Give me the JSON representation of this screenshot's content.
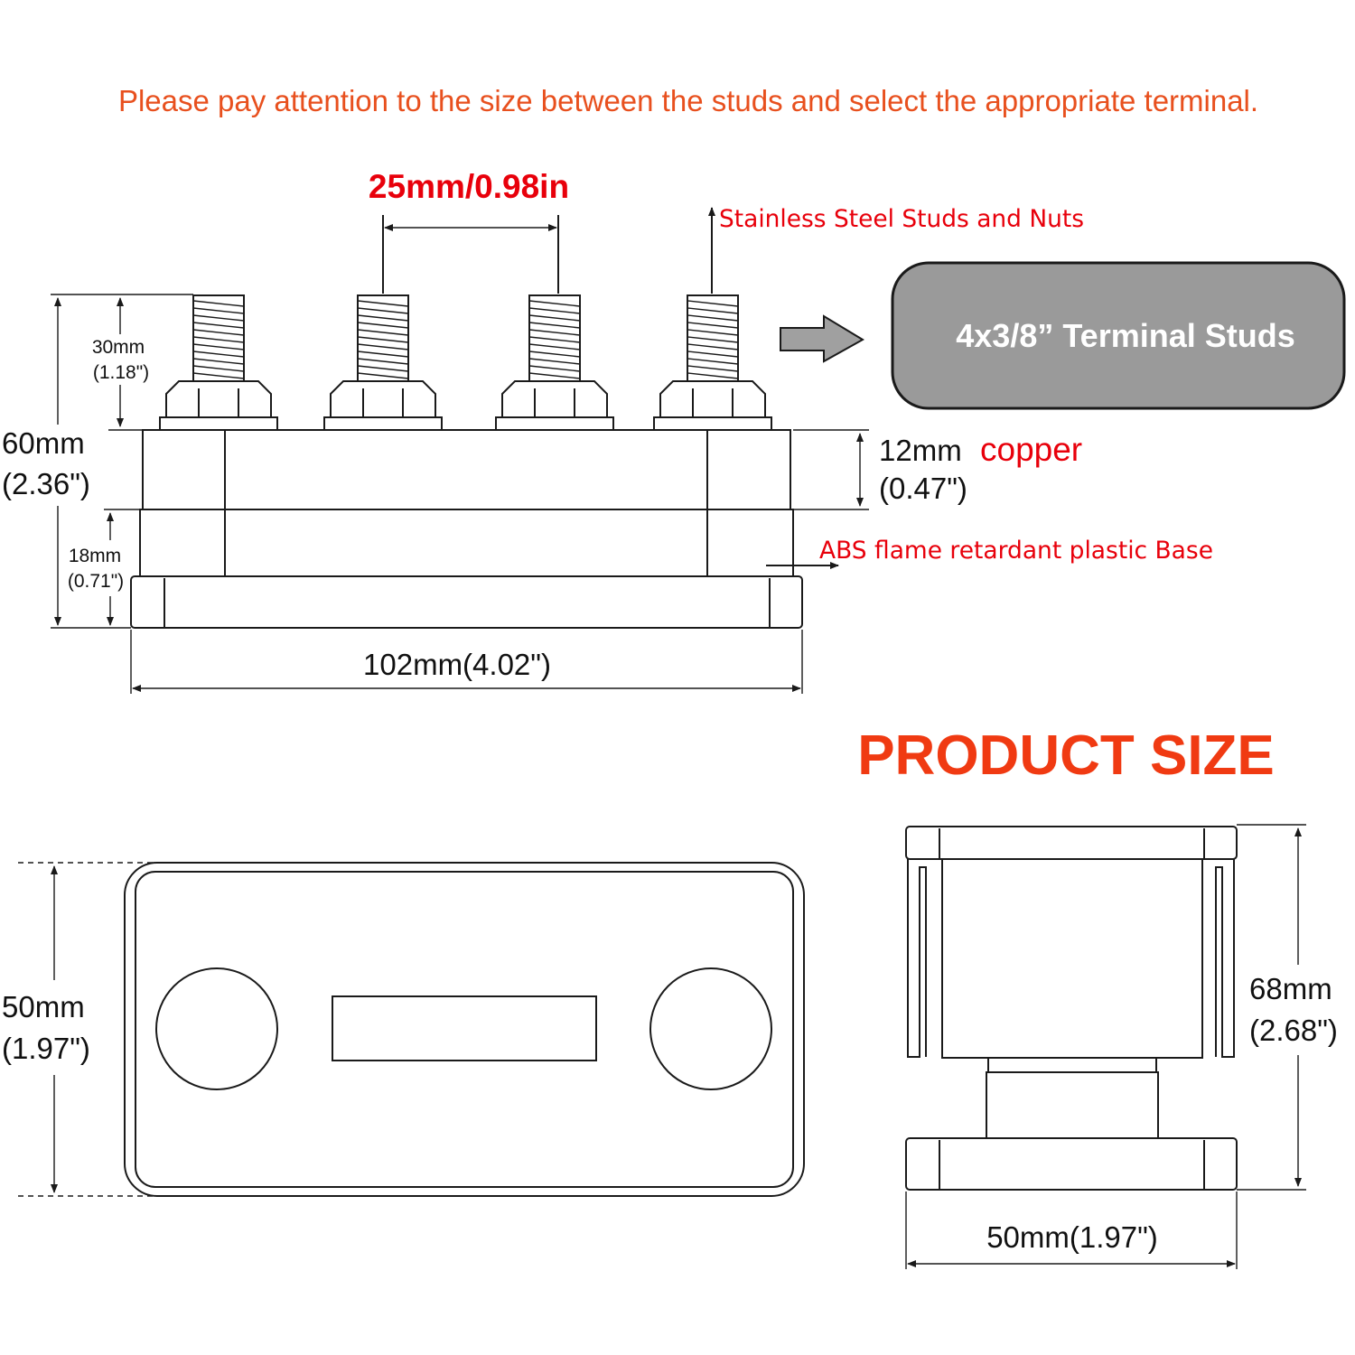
{
  "colors": {
    "notice": "#e8501e",
    "label_red": "#e8000b",
    "title_red": "#f03a12",
    "dim_text": "#111111",
    "callout_fill": "#9a9a9a",
    "arrow_fill": "#a0a0a0"
  },
  "notice": "Please pay attention to the size between the studs and select the appropriate terminal.",
  "top_view": {
    "stud_spacing": "25mm/0.98in",
    "studs_label": "Stainless Steel Studs and Nuts",
    "callout": "4x3/8” Terminal Studs",
    "stud_height_mm": "30mm",
    "stud_height_in": "(1.18\")",
    "total_height_mm": "60mm",
    "total_height_in": "(2.36\")",
    "copper_thickness_mm": "12mm",
    "copper_thickness_in": "(0.47\")",
    "copper_label": "copper",
    "base_height_mm": "18mm",
    "base_height_in": "(0.71\")",
    "base_label": "ABS flame retardant plastic Base",
    "length": "102mm(4.02\")"
  },
  "product_size_title": "PRODUCT SIZE",
  "plan_view": {
    "width_mm": "50mm",
    "width_in": "(1.97\")"
  },
  "side_view": {
    "height_mm": "68mm",
    "height_in": "(2.68\")",
    "width": "50mm(1.97\")"
  }
}
